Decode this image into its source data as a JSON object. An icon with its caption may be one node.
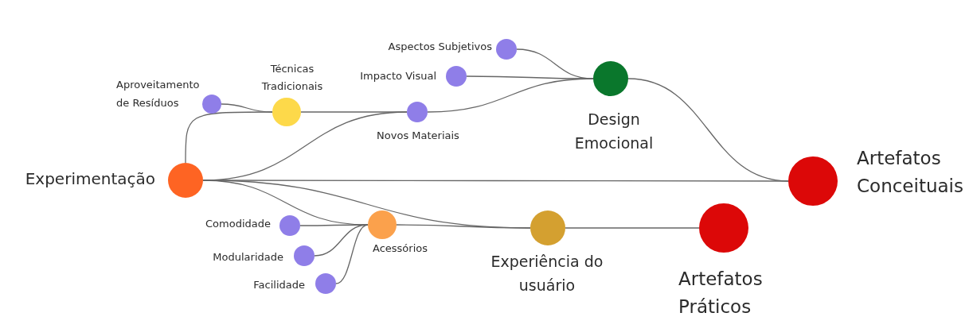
{
  "diagram": {
    "nodes": [
      {
        "text": [
          "Experimentação"
        ]
      },
      {
        "text": [
          "Aproveitamento de Resíduos"
        ]
      },
      {
        "text": [
          "Técnicas Tradicionais"
        ]
      },
      {
        "text": [
          "Novos Materiais"
        ]
      },
      {
        "text": [
          "Aspectos Subjetivos"
        ]
      },
      {
        "text": [
          "Impacto Visual"
        ]
      },
      {
        "text": [
          "Design Emocional"
        ]
      },
      {
        "text": [
          "Comodidade"
        ]
      },
      {
        "text": [
          "Modularidade"
        ]
      },
      {
        "text": [
          "Facilidade"
        ]
      },
      {
        "text": [
          "Acessórios"
        ]
      },
      {
        "text": [
          "Experiência do usuário"
        ]
      },
      {
        "text": [
          "Artefatos Conceituais"
        ]
      },
      {
        "text": [
          "Artefatos Práticos"
        ]
      }
    ],
    "edges": [
      {
        "from": 0,
        "to": 2,
        "arrow": "none"
      },
      {
        "from": 1,
        "to": 2,
        "arrow": "none"
      },
      {
        "from": 2,
        "to": 3,
        "arrow": "none"
      },
      {
        "from": 0,
        "to": 3,
        "arrow": "none"
      },
      {
        "from": 3,
        "to": 6,
        "arrow": "none"
      },
      {
        "from": 5,
        "to": 6,
        "arrow": "none"
      },
      {
        "from": 4,
        "to": 6,
        "arrow": "none"
      },
      {
        "from": 6,
        "to": 12,
        "arrow": "none"
      },
      {
        "from": 0,
        "to": 12,
        "arrow": "none"
      },
      {
        "from": 0,
        "to": 10,
        "arrow": "none"
      },
      {
        "from": 0,
        "to": 11,
        "arrow": "none"
      },
      {
        "from": 7,
        "to": 10,
        "arrow": "none"
      },
      {
        "from": 8,
        "to": 10,
        "arrow": "none"
      },
      {
        "from": 9,
        "to": 10,
        "arrow": "none"
      },
      {
        "from": 10,
        "to": 11,
        "arrow": "none"
      },
      {
        "from": 11,
        "to": 13,
        "arrow": "none"
      }
    ]
  }
}
